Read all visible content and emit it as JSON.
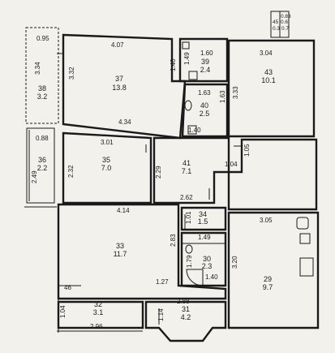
{
  "plan": {
    "rooms": [
      {
        "id": "37",
        "number": "37",
        "area": "13.8"
      },
      {
        "id": "39",
        "number": "39",
        "area": "2.4"
      },
      {
        "id": "40",
        "number": "40",
        "area": "2.5"
      },
      {
        "id": "43",
        "number": "43",
        "area": "10.1"
      },
      {
        "id": "38",
        "number": "38",
        "area": "3.2"
      },
      {
        "id": "36",
        "number": "36",
        "area": "2.2"
      },
      {
        "id": "35",
        "number": "35",
        "area": "7.0"
      },
      {
        "id": "41",
        "number": "41",
        "area": "7.1"
      },
      {
        "id": "34",
        "number": "34",
        "area": "1.5"
      },
      {
        "id": "33",
        "number": "33",
        "area": "11.7"
      },
      {
        "id": "30",
        "number": "30",
        "area": "2.3"
      },
      {
        "id": "29",
        "number": "29",
        "area": "9.7"
      },
      {
        "id": "32",
        "number": "32",
        "area": "3.1"
      },
      {
        "id": "31",
        "number": "31",
        "area": "4.2"
      }
    ],
    "dimensions": [
      {
        "id": "d-095",
        "text": "0.95"
      },
      {
        "id": "d-407",
        "text": "4.07"
      },
      {
        "id": "d-160",
        "text": "1.60"
      },
      {
        "id": "d-304",
        "text": "3.04"
      },
      {
        "id": "d-334",
        "text": "3.34"
      },
      {
        "id": "d-332",
        "text": "3.32"
      },
      {
        "id": "d-140a",
        "text": "1.40"
      },
      {
        "id": "d-149",
        "text": "1.49"
      },
      {
        "id": "d-163a",
        "text": "1.63"
      },
      {
        "id": "d-163b",
        "text": "1.63"
      },
      {
        "id": "d-333",
        "text": "3.33"
      },
      {
        "id": "d-434",
        "text": "4.34"
      },
      {
        "id": "d-140b",
        "text": "1.40"
      },
      {
        "id": "d-088",
        "text": "0.88"
      },
      {
        "id": "d-301",
        "text": "3.01"
      },
      {
        "id": "d-105",
        "text": "1.05"
      },
      {
        "id": "d-249",
        "text": "2.49"
      },
      {
        "id": "d-232",
        "text": "2.32"
      },
      {
        "id": "d-229",
        "text": "2.29"
      },
      {
        "id": "d-104",
        "text": "1.04"
      },
      {
        "id": "d-262",
        "text": "2.62"
      },
      {
        "id": "d-414",
        "text": "4.14"
      },
      {
        "id": "d-101",
        "text": "1.01"
      },
      {
        "id": "d-305",
        "text": "3.05"
      },
      {
        "id": "d-149b",
        "text": "1.49"
      },
      {
        "id": "d-283",
        "text": "2.83"
      },
      {
        "id": "d-179",
        "text": "1.79"
      },
      {
        "id": "d-320",
        "text": "3.20"
      },
      {
        "id": "d-127",
        "text": "1.27"
      },
      {
        "id": "d-140c",
        "text": "1.40"
      },
      {
        "id": "d-46",
        "text": "46"
      },
      {
        "id": "d-104b",
        "text": "1.04"
      },
      {
        "id": "d-288",
        "text": "2.88"
      },
      {
        "id": "d-114",
        "text": "1.14"
      },
      {
        "id": "d-296",
        "text": "2.96"
      },
      {
        "id": "d-tr1",
        "text": "0.83"
      },
      {
        "id": "d-tr2",
        "text": "0.7"
      },
      {
        "id": "d-tr3",
        "text": "0.3"
      },
      {
        "id": "d-tr4",
        "text": "45"
      },
      {
        "id": "d-tr5",
        "text": "0.6"
      }
    ]
  }
}
